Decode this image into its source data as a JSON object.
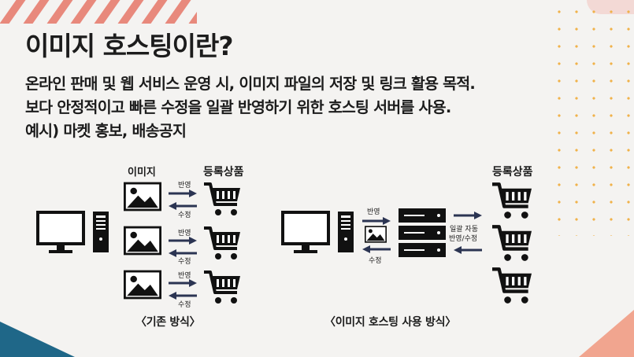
{
  "slide": {
    "title": "이미지 호스팅이란?",
    "lines": [
      "온라인 판매 및 웹 서비스 운영 시, 이미지 파일의 저장 및 링크 활용 목적.",
      "보다 안정적이고 빠른 수정을 일괄 반영하기 위한 호스팅 서버를 사용.",
      "예시) 마켓 홍보, 배송공지"
    ]
  },
  "left_diagram": {
    "images_label": "이미지",
    "products_label": "등록상품",
    "reflect": "반영",
    "modify": "수정",
    "caption": "〈기존 방식〉"
  },
  "right_diagram": {
    "products_label": "등록상품",
    "reflect": "반영",
    "modify": "수정",
    "bulk_auto": "일괄 자동",
    "reflect_modify": "반영/수정",
    "caption": "〈이미지 호스팅 사용 방식〉"
  },
  "icons": [
    "monitor-icon",
    "pc-tower-icon",
    "image-icon",
    "shopping-cart-icon",
    "server-icon",
    "arrow-right-icon",
    "arrow-left-icon"
  ],
  "colors": {
    "accent_coral": "#e8897c",
    "dots": "#f0b24a",
    "arrow_navy": "#2b3452",
    "corner_blue": "#1f6788"
  }
}
